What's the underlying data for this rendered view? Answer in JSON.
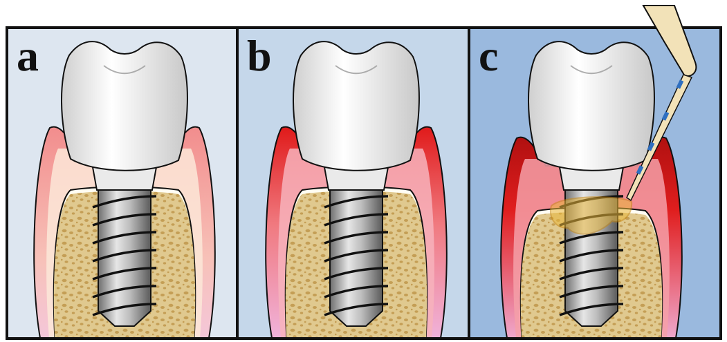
{
  "figure": {
    "panels": [
      {
        "id": "a",
        "label": "a",
        "background": "#dde6f0",
        "gum_color": "#f2a7a7",
        "gum_inner": "#fbe8d8",
        "inflamed": false,
        "bone_loss": false,
        "probe": false
      },
      {
        "id": "b",
        "label": "b",
        "background": "#c5d7ea",
        "gum_color": "#e4302a",
        "gum_inner": "#f7b3bc",
        "inflamed": true,
        "bone_loss": false,
        "probe": false
      },
      {
        "id": "c",
        "label": "c",
        "background": "#9ab9de",
        "gum_color": "#c91e1e",
        "gum_inner": "#f4a0a8",
        "inflamed": true,
        "bone_loss": true,
        "probe": true
      }
    ],
    "colors": {
      "bone": "#e0c98f",
      "bone_spot": "#c49e55",
      "bone_border": "#fffdf3",
      "implant": "#a8a8a8",
      "crown": "#f4f4f4",
      "plaque": "#e8b63a",
      "probe": "#f2e2b8",
      "probe_mark": "#2f6fc0",
      "outline": "#111111"
    }
  }
}
